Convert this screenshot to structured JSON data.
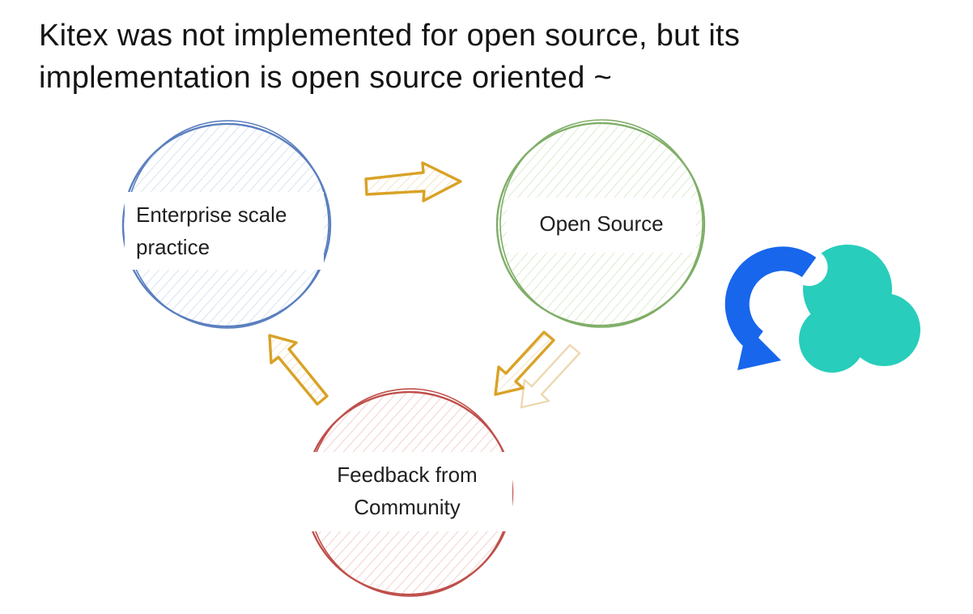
{
  "title": {
    "line1": "Kitex was not implemented for open source, but its",
    "line2": "implementation is open source oriented ~"
  },
  "nodes": {
    "enterprise": {
      "line1": "Enterprise scale",
      "line2": "practice",
      "circle_color": "#5b7fbf"
    },
    "open_source": {
      "label": "Open Source",
      "circle_color": "#7fae67"
    },
    "feedback": {
      "line1": "Feedback from",
      "line2": "Community",
      "circle_color": "#bf4f4b"
    }
  },
  "arrows": {
    "color": "#d9a226",
    "items": [
      {
        "from": "enterprise",
        "to": "open_source",
        "direction": "right"
      },
      {
        "from": "open_source",
        "to": "feedback",
        "direction": "down-left"
      },
      {
        "from": "feedback",
        "to": "enterprise",
        "direction": "up-left"
      }
    ]
  },
  "logo": {
    "name": "cloudwego-logo",
    "arrow_color": "#1766ec",
    "cloud_color": "#28cdbb"
  }
}
